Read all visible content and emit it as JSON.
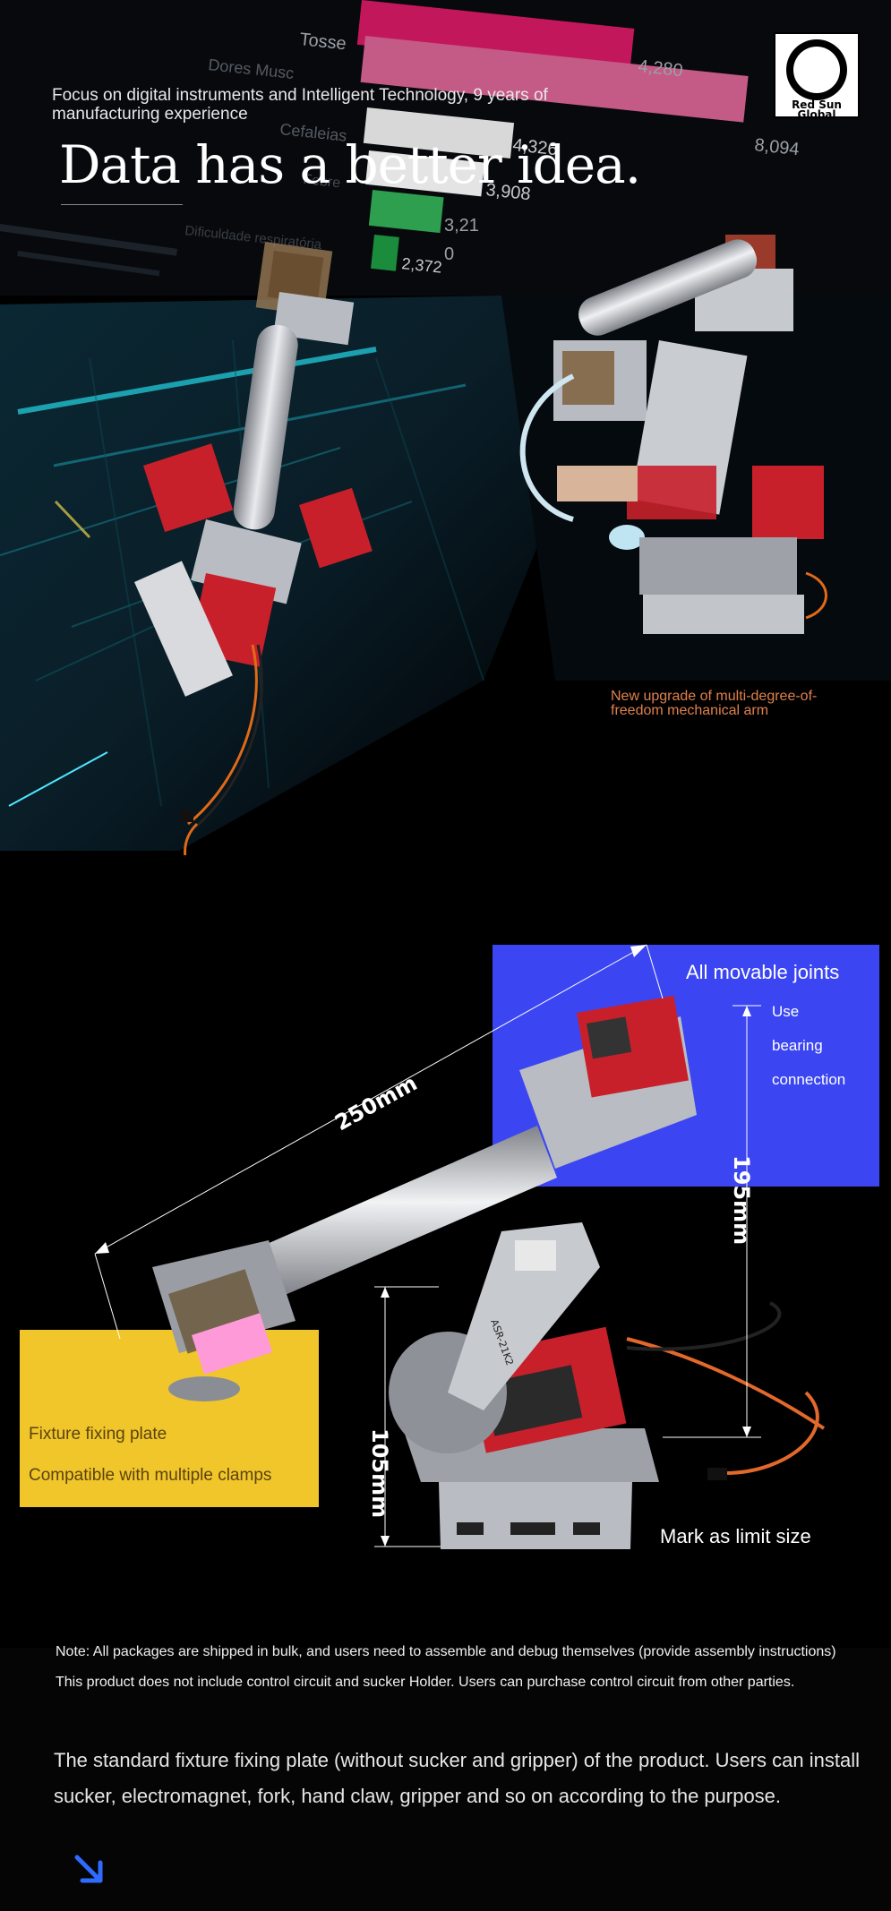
{
  "hero": {
    "tagline": "Focus on digital instruments and Intelligent Technology, 9 years of manufacturing experience",
    "headline": "Data has a better idea.",
    "logo": {
      "text_line1": "Red Sun",
      "text_line2": "Global",
      "icon": "circle-logo-icon"
    },
    "bg_chart_labels": {
      "l1": "Tosse",
      "l2": "Dores Musc",
      "l3": "Cefaleias",
      "l4": "Febre",
      "l5": "Dificuldade respiratória",
      "v1": "4,280",
      "v2": "8,094",
      "v3": "4,326",
      "v4": "3,908",
      "v5": "3,21",
      "v6": "0",
      "v7": "2,372"
    },
    "upgrade_caption": "New upgrade of multi-degree-of-freedom mechanical arm"
  },
  "diagram": {
    "dim_length": "250mm",
    "dim_height": "195mm",
    "dim_base": "105mm",
    "joints_title": "All movable joints",
    "joints_lines": [
      "Use",
      "bearing",
      "connection"
    ],
    "fixture_line1": "Fixture fixing plate",
    "fixture_line2": "Compatible with multiple clamps",
    "limit_caption": "Mark as limit size",
    "arm_label": "ASR-21K2"
  },
  "notes": {
    "note1": "Note: All packages are shipped in bulk, and users need to assemble and debug themselves (provide assembly instructions)",
    "note2": "This product does not include control circuit and sucker Holder. Users can purchase control circuit from other parties.",
    "standard": "The standard fixture fixing plate (without sucker and gripper) of the product. Users can install sucker, electromagnet, fork, hand claw, gripper and so on according to the purpose.",
    "arrow_icon": "arrow-down-right-icon"
  },
  "colors": {
    "blue_box": "#3b46f2",
    "yellow_box": "#f1c62a",
    "accent_orange": "#e0804c",
    "servo_red": "#c8202a",
    "arrow_blue": "#2f6bff"
  }
}
